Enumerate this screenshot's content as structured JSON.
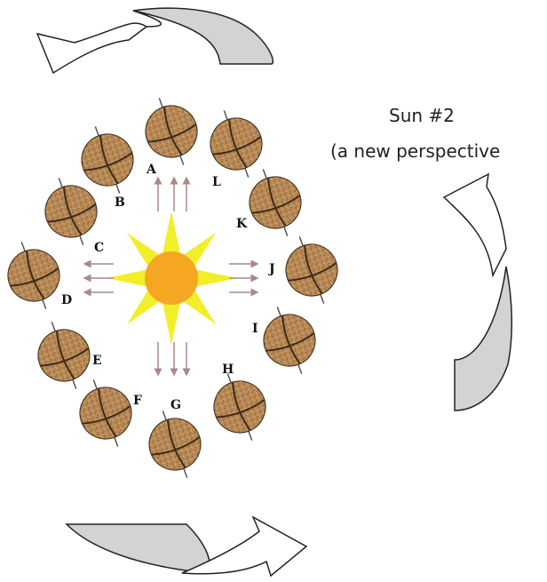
{
  "caption": {
    "line1": "Sun #2",
    "line2": "(a new perspective"
  },
  "planet_labels": [
    "A",
    "B",
    "C",
    "D",
    "E",
    "F",
    "G",
    "H",
    "I",
    "J",
    "K",
    "L"
  ],
  "icons": {
    "sun": "sun-icon",
    "planet": "planet-icon",
    "rotation_arrow": "curved-arrow-icon",
    "light_ray": "arrow-icon"
  },
  "colors": {
    "sun_core": "#f5a623",
    "sun_rays": "#f2ee2a",
    "planet_fill": "#b98a56",
    "planet_line": "#3b2a18",
    "arrow_fill": "#d3d3d3",
    "ray_arrow": "#b99"
  }
}
